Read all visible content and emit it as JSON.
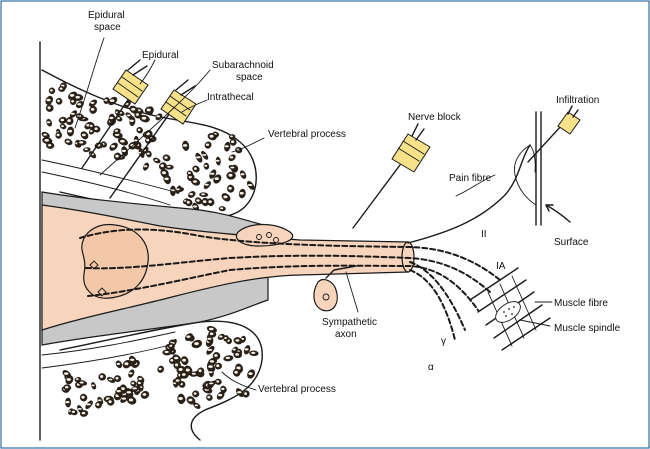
{
  "labels": {
    "epidural_space_1": "Epidural",
    "epidural_space_2": "space",
    "epidural": "Epidural",
    "subarachnoid_1": "Subarachnoid",
    "subarachnoid_2": "space",
    "intrathecal": "Intrathecal",
    "vertebral_process_top": "Vertebral process",
    "nerve_block": "Nerve block",
    "infiltration": "Infiltration",
    "pain_fibre": "Pain fibre",
    "surface": "Surface",
    "fibre_II": "II",
    "fibre_IA": "IA",
    "muscle_fibre": "Muscle fibre",
    "muscle_spindle": "Muscle spindle",
    "gamma": "γ",
    "alpha": "α",
    "sympathetic_1": "Sympathetic",
    "sympathetic_2": "axon",
    "vertebral_process_bottom": "Vertebral process"
  },
  "colors": {
    "frame": "#2f6ea5",
    "cord_fill": "#f7d5bd",
    "dura_fill": "#c8c8c8",
    "bone_pebble": "#2b2016",
    "syringe_barrel": "#f7e28a"
  }
}
